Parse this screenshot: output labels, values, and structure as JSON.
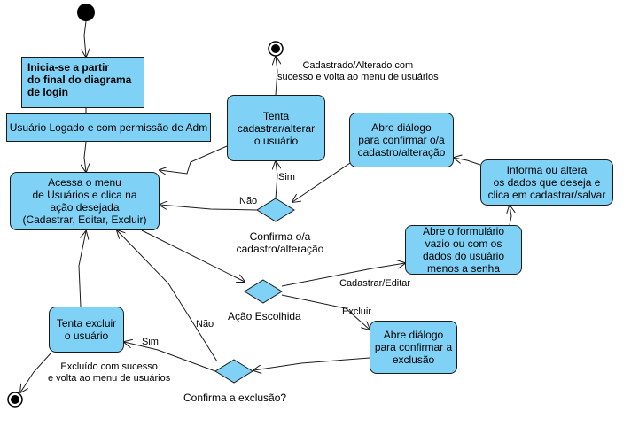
{
  "colors": {
    "node_fill": "#7fd1f5",
    "stroke": "#1a1a1a",
    "text": "#000000"
  },
  "nodes": {
    "start_note": "Inicia-se a partir\ndo final do diagrama\nde login",
    "user_logged": "Usuário Logado e com permissão de Adm",
    "access_menu": "Acessa o menu\nde Usuários e clica na\nação desejada\n(Cadastrar, Editar, Excluir)",
    "try_save": "Tenta\ncadastrar/alterar\no usuário",
    "dialog_confirm_save": "Abre diálogo\npara confirmar o/a\ncadastro/alteração",
    "inform_data": "Informa ou altera\nos dados que deseja e\nclica em cadastrar/salvar",
    "open_form": "Abre o formulário\nvazio ou com os\ndados do usuário\nmenos a senha",
    "dialog_confirm_delete": "Abre diálogo\npara confirmar a\nexclusão",
    "try_delete": "Tenta excluir\no usuário"
  },
  "decisions": {
    "confirm_save": "Confirma o/a\ncadastro/alteração",
    "chosen_action": "Ação Escolhida",
    "confirm_delete": "Confirma a exclusão?"
  },
  "edge_labels": {
    "saved_success": "Cadastrado/Alterado com\nsucesso e volta ao menu de usuários",
    "yes_save": "Sim",
    "no_save": "Não",
    "create_edit": "Cadastrar/Editar",
    "delete": "Excluir",
    "no_delete": "Não",
    "yes_delete": "Sim",
    "deleted_success": "Excluído com sucesso\ne volta ao menu de usuários"
  }
}
